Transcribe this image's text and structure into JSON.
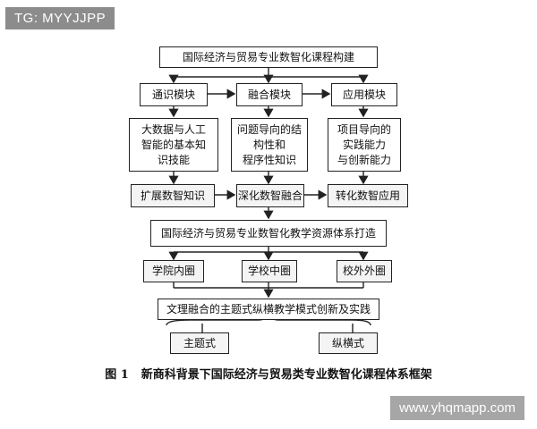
{
  "watermark_top": "TG: MYYJJPP",
  "watermark_bottom": "www.yhqmapp.com",
  "diagram": {
    "title": "国际经济与贸易专业数智化课程构建",
    "modules": [
      "通识模块",
      "融合模块",
      "应用模块"
    ],
    "module_details": [
      "大数据与人工\n智能的基本知\n识技能",
      "问题导向的结\n构性和\n程序性知识",
      "项目导向的\n实践能力\n与创新能力"
    ],
    "outcomes": [
      "扩展数智知识",
      "深化数智融合",
      "转化数智应用"
    ],
    "resource_system": "国际经济与贸易专业数智化教学资源体系打造",
    "circles": [
      "学院内圈",
      "学校中圈",
      "校外外圈"
    ],
    "teaching_mode": "文理融合的主题式纵横教学模式创新及实践",
    "modes": [
      "主题式",
      "纵横式"
    ]
  },
  "caption": {
    "number": "图 1",
    "text": "新商科背景下国际经济与贸易类专业数智化课程体系框架"
  }
}
